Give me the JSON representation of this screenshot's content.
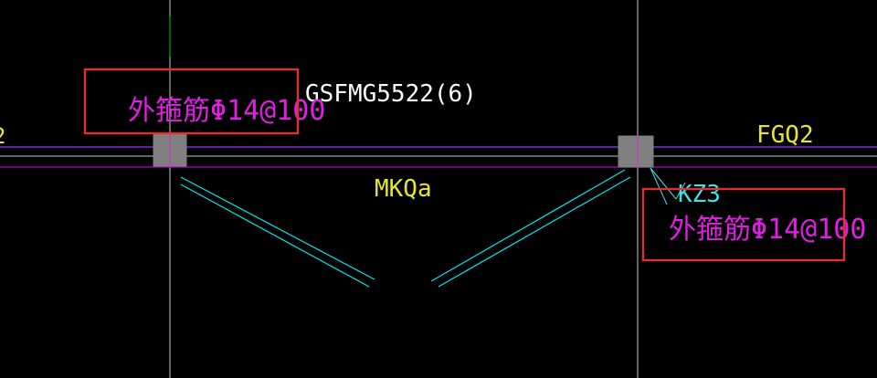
{
  "window": {
    "background": "#000000"
  },
  "colors": {
    "grid_axis": "#c8c8c8",
    "axis_green": "#00c800",
    "wall_line": "#9b30ff",
    "wall_line_2": "#b000d8",
    "brace": "#00e5ee",
    "column_fill": "#808080",
    "yellow_label": "#e6e632",
    "white_label": "#ffffff",
    "magenta_label": "#e020e0",
    "cyan_label": "#40e0e8",
    "highlight_box": "#e03030"
  },
  "labels": {
    "beam_name": "GSFMG5522(6)",
    "wall_name": "MKQa",
    "wall_right": "FGQ2",
    "column_name": "KZ3",
    "stirrup_left": "外箍筋Φ14@100",
    "stirrup_right": "外箍筋Φ14@100",
    "left_edge_label": "2"
  },
  "icons": {
    "column_left": "column-square-icon",
    "column_right": "column-square-icon"
  }
}
